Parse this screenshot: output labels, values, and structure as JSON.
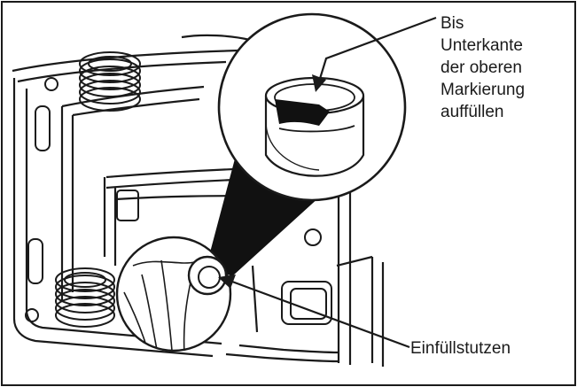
{
  "figure": {
    "label_top_lines": [
      "Bis",
      "Unterkante",
      "der oberen",
      "Markierung",
      "auffüllen"
    ],
    "label_bottom": "Einfüllstutzen"
  },
  "colors": {
    "ink": "#1a1a1a",
    "background": "#ffffff"
  }
}
